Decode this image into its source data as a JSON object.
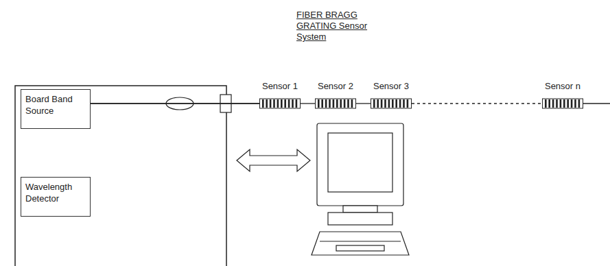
{
  "diagram": {
    "title": "FIBER BRAGG GRATING Sensor System",
    "nodes": [
      {
        "text": [
          "Board Band Source"
        ]
      },
      {
        "text": [
          "Wavelength Detector"
        ]
      },
      {
        "text": [
          "Sensor 1"
        ]
      },
      {
        "text": [
          "Sensor 2"
        ]
      },
      {
        "text": [
          "Sensor 3"
        ]
      },
      {
        "text": [
          "Sensor n"
        ]
      }
    ],
    "edges": [
      {
        "from": 0,
        "to": 2,
        "arrow": "none"
      },
      {
        "from": 1,
        "to": 2,
        "arrow": "none"
      },
      {
        "from": 2,
        "to": 3,
        "arrow": "none"
      },
      {
        "from": 3,
        "to": 4,
        "arrow": "none"
      },
      {
        "from": 4,
        "to": 5,
        "arrow": "none"
      }
    ]
  }
}
